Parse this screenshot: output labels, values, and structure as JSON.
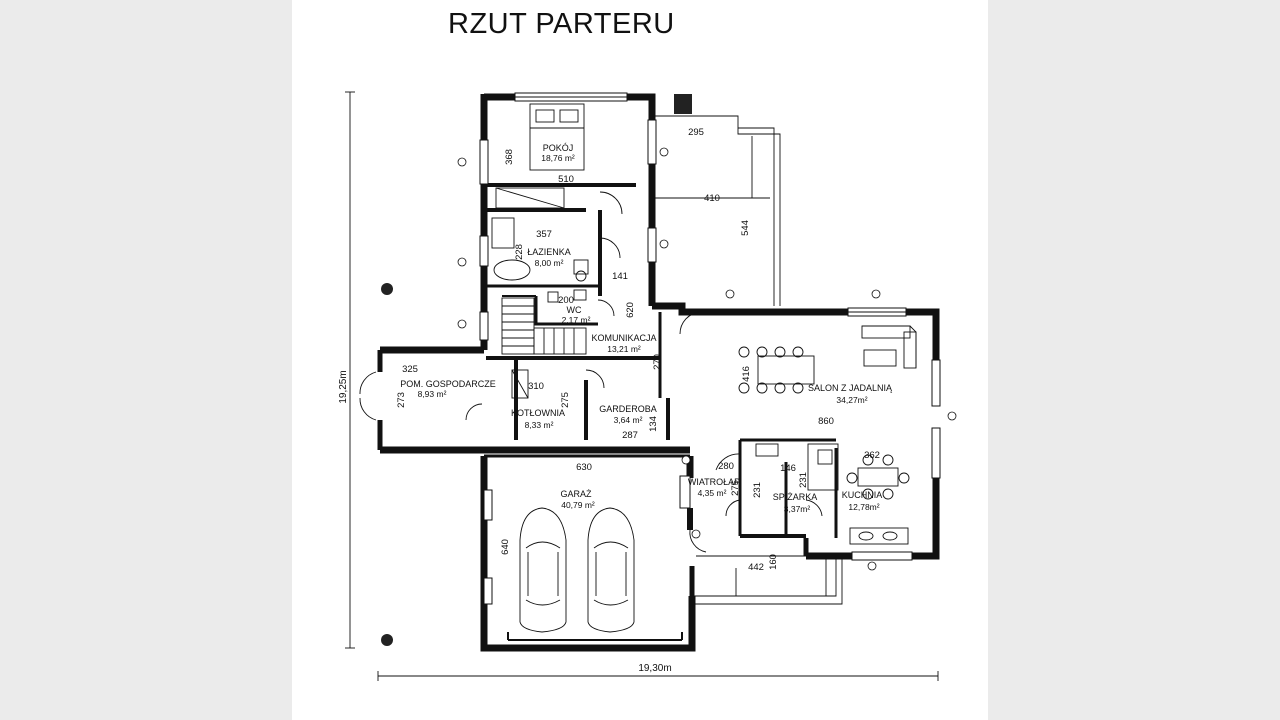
{
  "title": "RZUT PARTERU",
  "overall": {
    "width_label": "19,30m",
    "height_label": "19,25m"
  },
  "rooms": [
    {
      "key": "pokoj",
      "name": "POKÓJ",
      "area": "18,76 m²"
    },
    {
      "key": "lazienka",
      "name": "ŁAZIENKA",
      "area": "8,00 m²"
    },
    {
      "key": "wc",
      "name": "WC",
      "area": "2,17 m²"
    },
    {
      "key": "komunikacja",
      "name": "KOMUNIKACJA",
      "area": "13,21 m²"
    },
    {
      "key": "pom_gospodarcze",
      "name": "POM. GOSPODARCZE",
      "area": "8,93 m²"
    },
    {
      "key": "kotlownia",
      "name": "KOTŁOWNIA",
      "area": "8,33 m²"
    },
    {
      "key": "garderoba",
      "name": "GARDEROBA",
      "area": "3,64 m²"
    },
    {
      "key": "salon",
      "name": "SALON Z JADALNIĄ",
      "area": "34,27m²"
    },
    {
      "key": "garaz",
      "name": "GARAŻ",
      "area": "40,79 m²"
    },
    {
      "key": "wiatrolap",
      "name": "WIATROŁAP",
      "area": "4,35 m²"
    },
    {
      "key": "spizarka",
      "name": "SPIŻARKA",
      "area": "3,37m²"
    },
    {
      "key": "kuchnia",
      "name": "KUCHNIA",
      "area": "12,78m²"
    }
  ],
  "dimensions": {
    "pokoj_w": "510",
    "pokoj_h": "368",
    "terrace_top": "295",
    "terrace_w": "410",
    "terrace_h": "544",
    "lazienka_w": "357",
    "lazienka_h": "228",
    "lazienka_right": "141",
    "wc_w": "200",
    "wc_h": "620",
    "kom_h": "270",
    "gosp_w": "325",
    "gosp_h": "273",
    "kotl_w": "310",
    "kotl_h": "275",
    "gard_w": "287",
    "gard_h": "134",
    "salon_h": "416",
    "salon_w": "860",
    "kuch_w": "362",
    "garaz_w": "630",
    "garaz_h": "640",
    "wiatr_w": "280",
    "wiatr_h": "275",
    "spiz_w": "146",
    "spiz_h": "231",
    "kuch_h": "231",
    "porch_w": "442",
    "porch_h": "160"
  }
}
